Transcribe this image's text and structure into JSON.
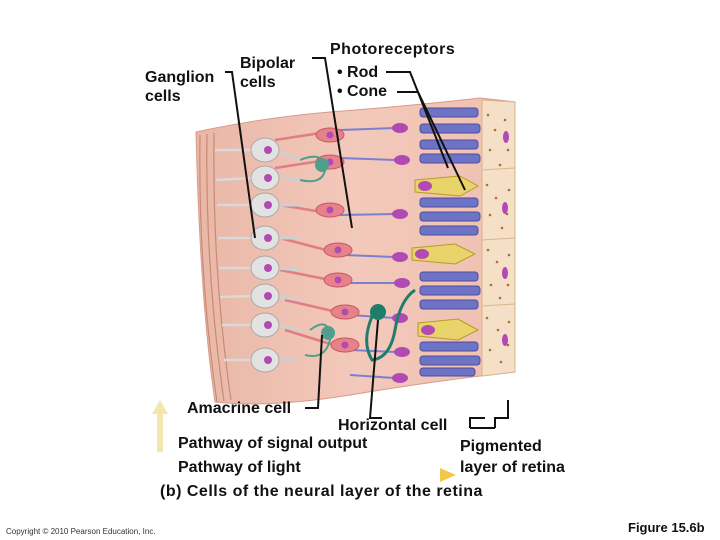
{
  "labels": {
    "ganglion_line1": "Ganglion",
    "ganglion_line2": "cells",
    "bipolar_line1": "Bipolar",
    "bipolar_line2": "cells",
    "photoreceptors": "Photoreceptors",
    "rod": "• Rod",
    "cone": "• Cone",
    "amacrine": "Amacrine cell",
    "horizontal": "Horizontal cell",
    "pathway_signal": "Pathway of signal output",
    "pathway_light": "Pathway of light",
    "pigmented_line1": "Pigmented",
    "pigmented_line2": "layer of retina"
  },
  "caption": "(b) Cells of the neural layer of the retina",
  "copyright": "Copyright © 2010 Pearson Education, Inc.",
  "figure_number": "Figure 15.6b",
  "colors": {
    "tissue": "#f2c3b3",
    "ganglion": "#dcdcdc",
    "bipolar": "#e7828a",
    "rod": "#6f73c6",
    "cone": "#e9d36b",
    "amacrine": "#4f9f8c",
    "horizontal": "#1f7d6a",
    "nucleus": "#b14bb3",
    "pigment": "#f4ddc4",
    "arrow_yellow": "#f2d86a"
  }
}
